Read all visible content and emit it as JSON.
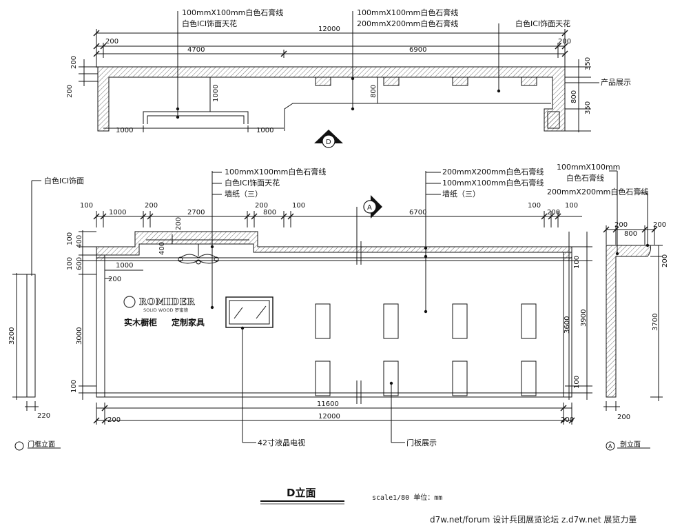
{
  "plan": {
    "labels": {
      "l1": "100mmX100mm白色石膏线",
      "l2": "白色ICI饰面天花",
      "l3": "100mmX100mm白色石膏线",
      "l4": "200mmX200mm白色石膏线",
      "l5": "白色ICI饰面天花",
      "l6": "产品展示"
    },
    "dims": {
      "total": "12000",
      "seg_left": "4700",
      "seg_right": "6900",
      "end_left": "200",
      "end_right": "200",
      "left_v1": "200",
      "left_v2": "200",
      "depth_inner": "1000",
      "depth_mid": "800",
      "bottom_left": "1000",
      "bottom_mid": "1000",
      "right_top": "350",
      "right_mid": "800",
      "right_bot": "350"
    },
    "marker": "D"
  },
  "elevation": {
    "labels": {
      "l1": "100mmX100mm白色石膏线",
      "l2": "白色ICI饰面天花",
      "l3": "墙纸（三）",
      "l4": "200mmX200mm白色石膏线",
      "l5": "100mmX100mm白色石膏线",
      "l6": "墙纸（三）",
      "tv": "42寸液晶电视",
      "door_panel": "门板展示"
    },
    "dims": {
      "top": [
        "100",
        "1000",
        "200",
        "2700",
        "200",
        "800",
        "100",
        "6700",
        "100",
        "200",
        "100"
      ],
      "left_v": [
        "100",
        "400",
        "100",
        "600",
        "3000",
        "100"
      ],
      "sofit_v": "200",
      "inner_1000": "1000",
      "inner_200": "200",
      "inner_400": "400",
      "right_v": [
        "100",
        "3600",
        "3900",
        "100"
      ],
      "bottom_inner": "11600",
      "bottom_total": "12000",
      "bottom_left": "200",
      "bottom_right": "200"
    },
    "brand": {
      "logo": "ROMIDER",
      "logo_sub": "SOLID WOOD 罗蜜德",
      "text1": "实木橱柜",
      "text2": "定制家具"
    },
    "marker": "A"
  },
  "door_frame": {
    "label": "白色ICI饰面",
    "height": "3200",
    "width": "220",
    "caption": "门框立面"
  },
  "section": {
    "labels": {
      "l1": "100mmX100mm",
      "l2": "白色石膏线",
      "l3": "200mmX200mm白色石膏线"
    },
    "dims": {
      "top_left": "200",
      "top_mid": "800",
      "top_right": "200",
      "right_200": "200",
      "height": "3700",
      "bottom": "200"
    },
    "marker": "A",
    "caption": "剖立面"
  },
  "title": {
    "name": "D立面",
    "scale": "scale1/80 单位：mm"
  },
  "watermark": "d7w.net/forum 设计兵团展览论坛    z.d7w.net 展览力量"
}
